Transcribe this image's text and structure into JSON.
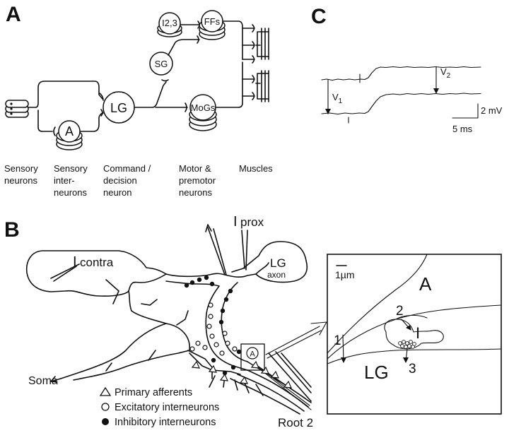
{
  "panels": {
    "a": "A",
    "b": "B",
    "c": "C"
  },
  "circuit": {
    "nodes": {
      "lg": "LG",
      "a": "A",
      "sg": "SG",
      "i23": "I2,3",
      "ffs": "FFs",
      "mogs": "MoGs"
    },
    "columns": [
      [
        "Sensory",
        "neurons"
      ],
      [
        "Sensory",
        "inter-",
        "neurons"
      ],
      [
        "Command /",
        "decision",
        "neuron"
      ],
      [
        "Motor &",
        "premotor",
        "neurons"
      ],
      [
        "Muscles"
      ]
    ]
  },
  "anatomy": {
    "i_contra": "contra",
    "i_prox": "prox",
    "lg_axon_main": "LG",
    "lg_axon_sub": "axon",
    "soma": "Soma",
    "boxed_a": "A",
    "root": "Root 2",
    "legend": [
      {
        "symbol": "triangle-open",
        "label": "Primary afferents"
      },
      {
        "symbol": "circle-open",
        "label": "Excitatory interneurons"
      },
      {
        "symbol": "circle-filled",
        "label": "Inhibitory interneurons"
      }
    ]
  },
  "inset": {
    "scale": "1µm",
    "a": "A",
    "lg": "LG",
    "i": "I",
    "m1": "1",
    "m2": "2",
    "m3": "3"
  },
  "recording": {
    "v1": "V",
    "v1_sub": "1",
    "v2": "V",
    "v2_sub": "2",
    "amp_scale": "2 mV",
    "time_scale": "5 ms"
  }
}
